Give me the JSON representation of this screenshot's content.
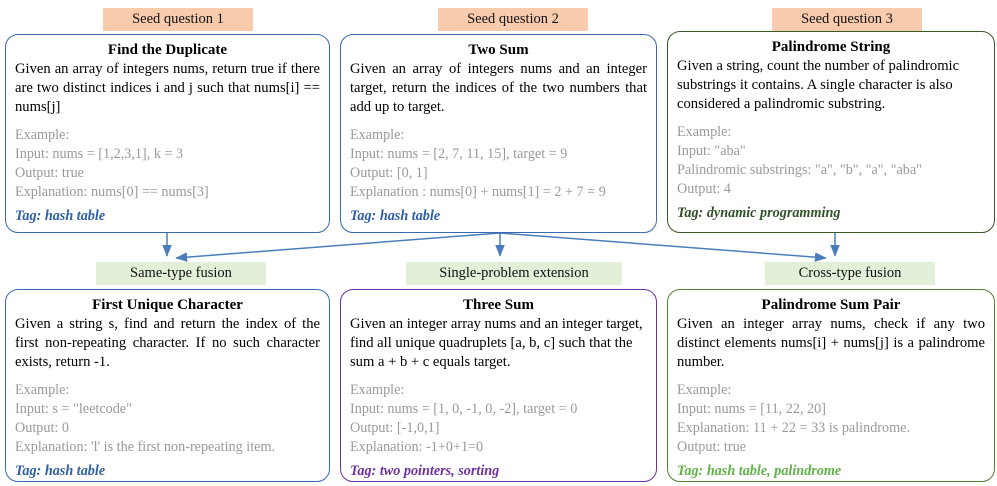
{
  "diagram": {
    "title_badges_top": [
      {
        "name": "seed-question-1",
        "label": "Seed question 1"
      },
      {
        "name": "seed-question-2",
        "label": "Seed question 2"
      },
      {
        "name": "seed-question-3",
        "label": "Seed question 3"
      }
    ],
    "title_badges_mid": [
      {
        "name": "same-type-fusion",
        "label": "Same-type fusion"
      },
      {
        "name": "single-problem-extension",
        "label": "Single-problem extension"
      },
      {
        "name": "cross-type-fusion",
        "label": "Cross-type fusion"
      }
    ],
    "colors": {
      "seed_badge_bg": "#f8cbac",
      "fusion_badge_bg": "#e2efd9",
      "card_border_blue": "#3a6ab0",
      "card_border_dark_green": "#3a5a25",
      "card_border_green": "#548235",
      "card_border_purple": "#7030a0",
      "arrow_blue": "#4a7ebb",
      "example_gray": "#9a9a9a",
      "tag_blue": "#2e5fa3",
      "tag_dark_green": "#31522a",
      "tag_light_green": "#62b24a",
      "tag_purple": "#7030a0"
    }
  },
  "cards": {
    "find_duplicate": {
      "title": "Find the Duplicate",
      "description": "Given an array of integers nums, return true if there are two distinct indices i and j such that nums[i] == nums[j]",
      "example_label": "Example:",
      "example_lines": [
        "Input: nums = [1,2,3,1], k = 3",
        "Output: true",
        "Explanation: nums[0] == nums[3]"
      ],
      "tag": "Tag: hash table"
    },
    "two_sum": {
      "title": "Two Sum",
      "description": "Given an array of integers nums and an integer target, return the indices of the two numbers that add up to target.",
      "example_label": "Example:",
      "example_lines": [
        "Input: nums = [2, 7, 11, 15], target = 9",
        "Output: [0, 1]",
        "Explanation : nums[0] + nums[1] = 2 + 7 = 9"
      ],
      "tag": "Tag: hash table"
    },
    "palindrome_string": {
      "title": "Palindrome String",
      "description": "Given a string, count the number of palindromic substrings it contains. A single character is also considered a palindromic substring.",
      "example_label": "Example:",
      "example_lines": [
        "Input: \"aba\"",
        "Palindromic substrings: \"a\", \"b\", \"a\", \"aba\"",
        "Output: 4"
      ],
      "tag": "Tag: dynamic programming"
    },
    "first_unique_character": {
      "title": "First Unique Character",
      "description": " Given a string s, find and return the index of the first non-repeating character. If no such character exists, return -1.",
      "example_label": "Example:",
      "example_lines": [
        "Input: s = \"leetcode\"",
        "Output: 0",
        "Explanation: 'l' is the first non-repeating item."
      ],
      "tag": "Tag: hash table"
    },
    "three_sum": {
      "title": "Three Sum",
      "description": "Given an integer array nums and an integer target, find all unique quadruplets [a, b, c] such that the sum a + b + c equals target.",
      "example_label": "Example:",
      "example_lines": [
        "Input: nums = [1, 0, -1, 0, -2], target = 0",
        "Output: [-1,0,1]",
        "Explanation: -1+0+1=0"
      ],
      "tag": "Tag: two pointers, sorting"
    },
    "palindrome_sum_pair": {
      "title": "Palindrome Sum Pair",
      "description": "Given an integer array nums, check if any two distinct elements nums[i] + nums[j] is a palindrome number.",
      "example_label": "Example:",
      "example_lines": [
        "Input: nums = [11, 22, 20]",
        "Explanation: 11 + 22 = 33 is palindrome.",
        "Output: true"
      ],
      "tag": "Tag: hash table, palindrome"
    }
  }
}
